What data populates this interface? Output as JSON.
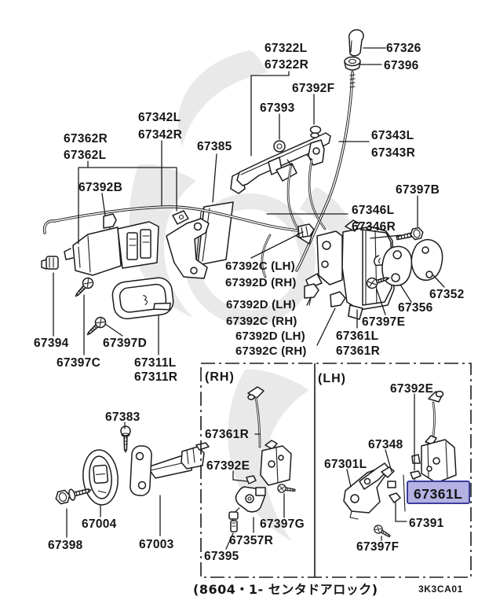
{
  "colors": {
    "line": "#1b1b1b",
    "background": "#ffffff",
    "highlight_bg": "#b4b1e3",
    "highlight_border": "#3c3c9e",
    "highlight_text": "#15155c",
    "watermark": "#e9e9e9"
  },
  "main_diagram": {
    "labels": {
      "k67322L": "67322L",
      "k67322R": "67322R",
      "k67326": "67326",
      "k67396": "67396",
      "k67392F": "67392F",
      "k67393": "67393",
      "k67342L": "67342L",
      "k67342R": "67342R",
      "k67343L": "67343L",
      "k67343R": "67343R",
      "k67362R": "67362R",
      "k67362L": "67362L",
      "k67385": "67385",
      "k67392B": "67392B",
      "k67397B": "67397B",
      "k67346L": "67346L",
      "k67346R": "67346R",
      "k67392C_LH_1": "67392C (LH)",
      "k67392D_RH_1": "67392D (RH)",
      "k67392D_LH_2": "67392D (LH)",
      "k67392C_RH_2": "67392C (RH)",
      "k67392D_LH_3": "67392D (LH)",
      "k67392C_RH_3": "67392C (RH)",
      "k67352": "67352",
      "k67356": "67356",
      "k67397E": "67397E",
      "k67361L": "67361L",
      "k67361R": "67361R",
      "k67394": "67394",
      "k67397D": "67397D",
      "k67397C": "67397C",
      "k67311L": "67311L",
      "k67311R": "67311R",
      "k67383": "67383",
      "k67004": "67004",
      "k67398": "67398",
      "k67003": "67003"
    }
  },
  "rh_inset": {
    "title": "(RH)",
    "labels": {
      "k67361R": "67361R",
      "k67392E": "67392E",
      "k67397G": "67397G",
      "k67357R": "67357R",
      "k67395": "67395"
    }
  },
  "lh_inset": {
    "title": "(LH)",
    "labels": {
      "k67392E": "67392E",
      "k67348": "67348",
      "k67301L": "67301L",
      "highlight": "67361L",
      "k67391": "67391",
      "k67397F": "67397F"
    }
  },
  "footer": {
    "caption": "(8604・1- センタドアロック)",
    "diagram_code": "3K3CA01"
  }
}
